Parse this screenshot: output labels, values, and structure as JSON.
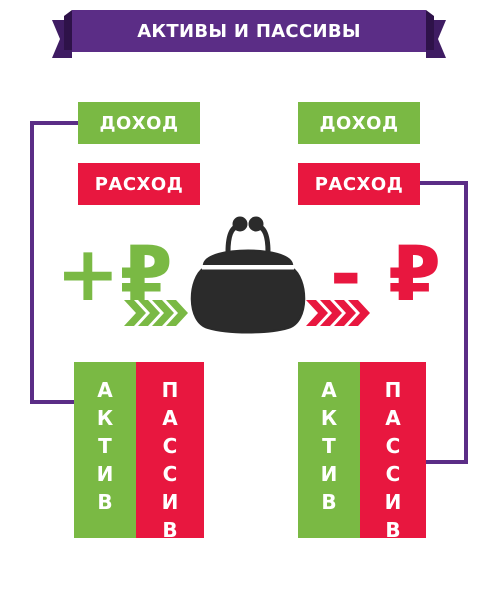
{
  "title": "АКТИВЫ И ПАССИВЫ",
  "left": {
    "income_label": "ДОХОД",
    "expense_label": "РАСХОД",
    "sign": "+₽",
    "asset_label": "АКТИВ",
    "liability_label": "ПАССИВ"
  },
  "right": {
    "income_label": "ДОХОД",
    "expense_label": "РАСХОД",
    "sign": "- ₽",
    "asset_label": "АКТИВ",
    "liability_label": "ПАССИВ"
  },
  "colors": {
    "ribbon": "#5b2d86",
    "ribbon_dark": "#3f1c63",
    "green": "#7ab944",
    "red": "#e8173f",
    "arrow_line": "#5b2d86",
    "wallet": "#2b2b2b"
  },
  "icons": {
    "wallet": "wallet-icon",
    "chevrons_green": "chevron-right-icon",
    "chevrons_red": "chevron-right-icon"
  }
}
